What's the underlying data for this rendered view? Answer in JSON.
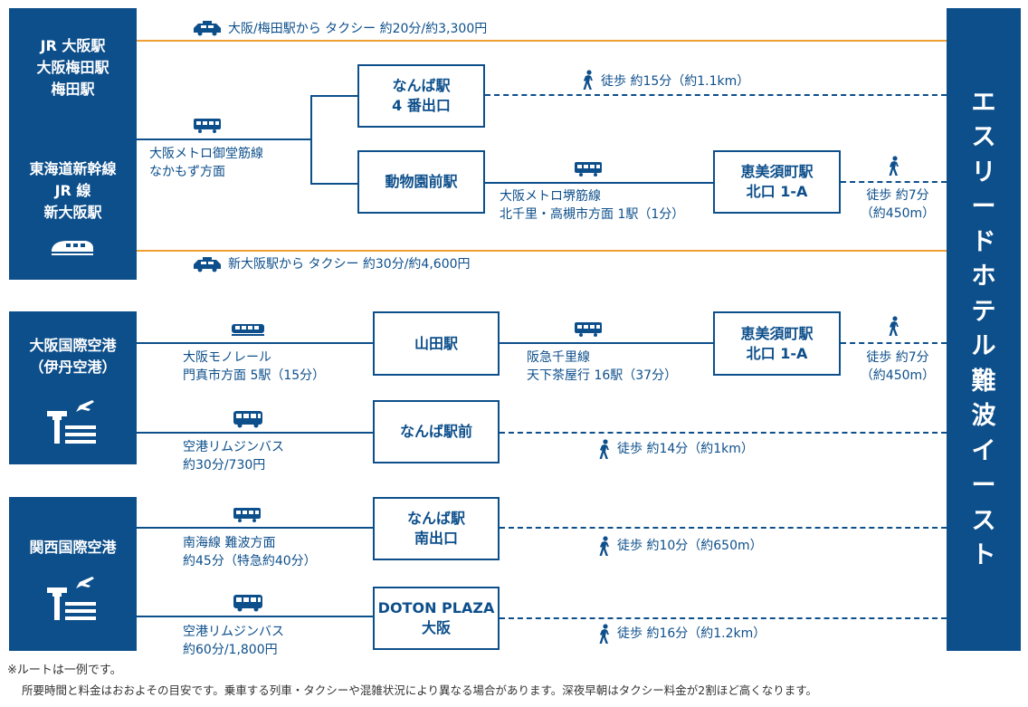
{
  "hotel": {
    "name_chars": [
      "エ",
      "ス",
      "リ",
      "ー",
      "ド",
      "ホ",
      "テ",
      "ル",
      "難",
      "波",
      "イ",
      "ー",
      "ス",
      "ト"
    ]
  },
  "origins": {
    "osaka": {
      "lines": [
        "JR 大阪駅",
        "大阪梅田駅",
        "梅田駅"
      ]
    },
    "shinosaka": {
      "lines": [
        "東海道新幹線",
        "JR 線",
        "新大阪駅"
      ]
    },
    "itami": {
      "lines": [
        "大阪国際空港",
        "（伊丹空港）"
      ]
    },
    "kansai": {
      "lines": [
        "関西国際空港"
      ]
    }
  },
  "taxi_routes": {
    "umeda": "大阪/梅田駅から タクシー  約20分/約3,300円",
    "shinosaka": "新大阪駅から タクシー  約30分/約4,600円"
  },
  "stations": {
    "namba4": [
      "なんば駅",
      "4 番出口"
    ],
    "dobutsuen": [
      "動物園前駅"
    ],
    "ebisucho1": [
      "恵美須町駅",
      "北口 1-A"
    ],
    "yamada": [
      "山田駅"
    ],
    "ebisucho2": [
      "恵美須町駅",
      "北口 1-A"
    ],
    "nambaeki_mae": [
      "なんば駅前"
    ],
    "namba_south": [
      "なんば駅",
      "南出口"
    ],
    "doton": [
      "DOTON PLAZA",
      "大阪"
    ]
  },
  "labels": {
    "midosuji": [
      "大阪メトロ御堂筋線",
      "なかもず方面"
    ],
    "sakaisuji": [
      "大阪メトロ堺筋線",
      "北千里・高槻市方面  1駅（1分）"
    ],
    "monorail": [
      "大阪モノレール",
      "門真市方面  5駅（15分）"
    ],
    "senri": [
      "阪急千里線",
      "天下茶屋行  16駅（37分）"
    ],
    "bus_itami": [
      "空港リムジンバス",
      "約30分/730円"
    ],
    "nankai": [
      "南海線  難波方面",
      "約45分（特急約40分）"
    ],
    "bus_kansai": [
      "空港リムジンバス",
      "約60分/1,800円"
    ]
  },
  "walks": {
    "w_namba4": "徒歩  約15分（約1.1km）",
    "w_ebisu1": [
      "徒歩  約7分",
      "（約450m）"
    ],
    "w_ebisu2": [
      "徒歩  約7分",
      "（約450m）"
    ],
    "w_nambamae": "徒歩  約14分（約1km）",
    "w_nambasouth": "徒歩  約10分（約650m）",
    "w_doton": "徒歩  約16分（約1.2km）"
  },
  "notes": {
    "line1": "※ルートは一例です。",
    "line2": "所要時間と料金はおおよその目安です。乗車する列車・タクシーや混雑状況により異なる場合があります。深夜早朝はタクシー料金が2割ほど高くなります。"
  },
  "colors": {
    "primary": "#0d4f8b",
    "taxi_line": "#f0a033"
  }
}
